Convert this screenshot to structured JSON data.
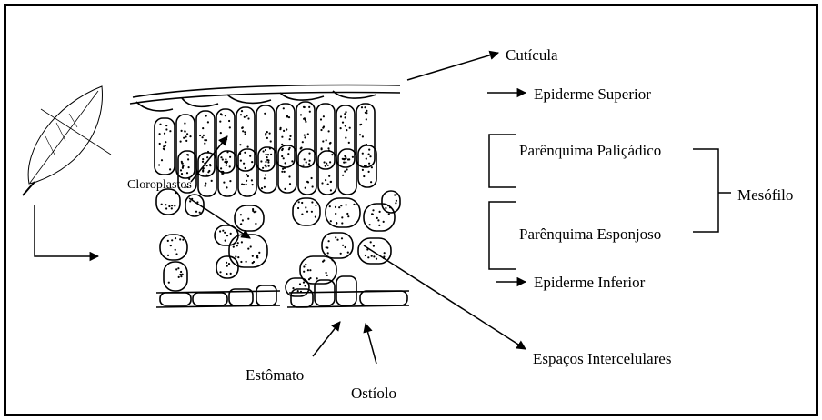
{
  "diagram": {
    "labels": {
      "cuticula": "Cutícula",
      "epiderme_superior": "Epiderme Superior",
      "parenquima_palicadico": "Parênquima Paliçádico",
      "mesofilo": "Mesófilo",
      "parenquima_esponjoso": "Parênquima Esponjoso",
      "epiderme_inferior": "Epiderme Inferior",
      "espacos_intercelulares": "Espaços Intercelulares",
      "estomato": "Estômato",
      "ostiolo": "Ostíolo",
      "cloroplastos": "Cloroplastos"
    },
    "colors": {
      "ink": "#000000",
      "background": "#ffffff"
    }
  }
}
